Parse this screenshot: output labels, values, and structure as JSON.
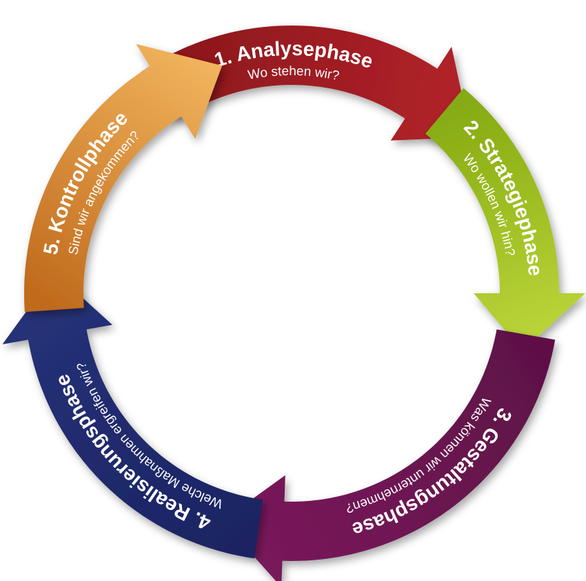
{
  "diagram": {
    "phases": [
      {
        "title": "1. Analysephase",
        "subtitle": "Wo stehen wir?",
        "color_dark": "#8a171c",
        "color_light": "#b3232a"
      },
      {
        "title": "2. Strategiephase",
        "subtitle": "Wo wollen wir hin?",
        "color_dark": "#86ab12",
        "color_light": "#bcd63a"
      },
      {
        "title": "3. Gestaltungsphase",
        "subtitle": "Was können wir unternehmen?",
        "color_dark": "#5e1146",
        "color_light": "#7a1a5c"
      },
      {
        "title": "4. Realisierungsphase",
        "subtitle": "Welche Maßnahmen ergreifen wir?",
        "color_dark": "#1b2462",
        "color_light": "#263279"
      },
      {
        "title": "5. Kontrollphase",
        "subtitle": "Sind wir angekommen?",
        "color_dark": "#c06a1c",
        "color_light": "#f2b55e"
      }
    ]
  }
}
